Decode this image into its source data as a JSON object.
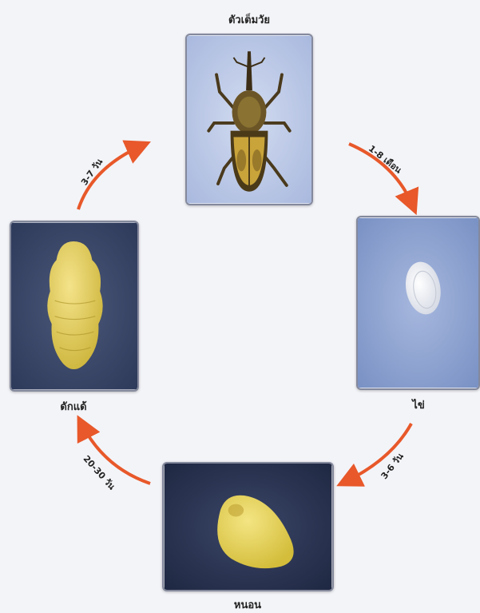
{
  "stages": {
    "adult": "ตัวเต็มวัย",
    "egg": "ไข่",
    "larva": "หนอน",
    "pupa": "ดักแด้"
  },
  "durations": {
    "adult_to_egg": "1-8 เดือน",
    "egg_to_larva": "3-6 วัน",
    "larva_to_pupa": "20-30 วัน",
    "pupa_to_adult": "3-7 วัน"
  },
  "colors": {
    "arrow": "#e8582a",
    "adult_bg": "#b9c7e6",
    "egg_bg": "#8fa6d2",
    "larva_bg": "#2b3656",
    "pupa_bg": "#3e4b6e",
    "insect_yellow": "#e8d45a"
  },
  "icons": {
    "adult": "weevil-image",
    "egg": "egg-image",
    "larva": "larva-image",
    "pupa": "pupa-image"
  }
}
